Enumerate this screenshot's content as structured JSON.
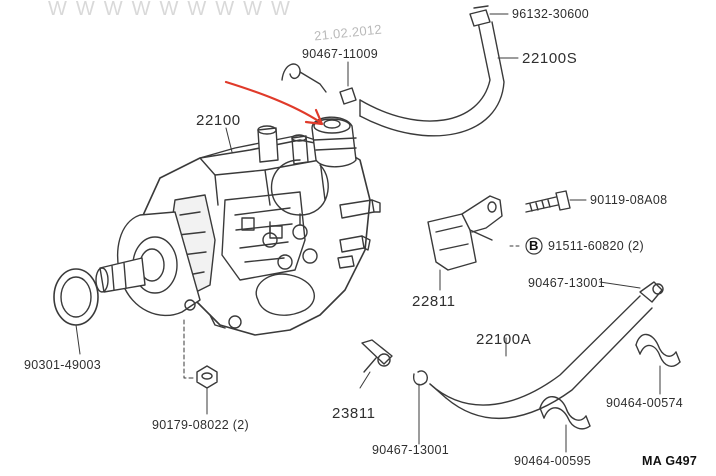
{
  "stamp_date": "21.02.2012",
  "watermark_text": "WWWWWWWWW",
  "callouts": {
    "top_hose_clip": "96132-30600",
    "top_clip": "90467-11009",
    "top_hose": "22100S",
    "pump_assembly": "22100",
    "bolt": "90119-08A08",
    "bolt_b": "91511-60820 (2)",
    "bracket_clip": "90467-13001",
    "bracket": "22811",
    "hose_a": "22100A",
    "gasket": "90301-49003",
    "clamp_right": "90464-00574",
    "nut": "90179-08022 (2)",
    "union": "23811",
    "bottom_clip": "90467-13001",
    "clamp_bottom": "90464-00595"
  },
  "ref_mark": "B",
  "footer_code": "MA G497",
  "colors": {
    "line": "#3a3a3a",
    "annotation_arrow": "#e03a2a",
    "stamp": "#b9b9b9"
  }
}
